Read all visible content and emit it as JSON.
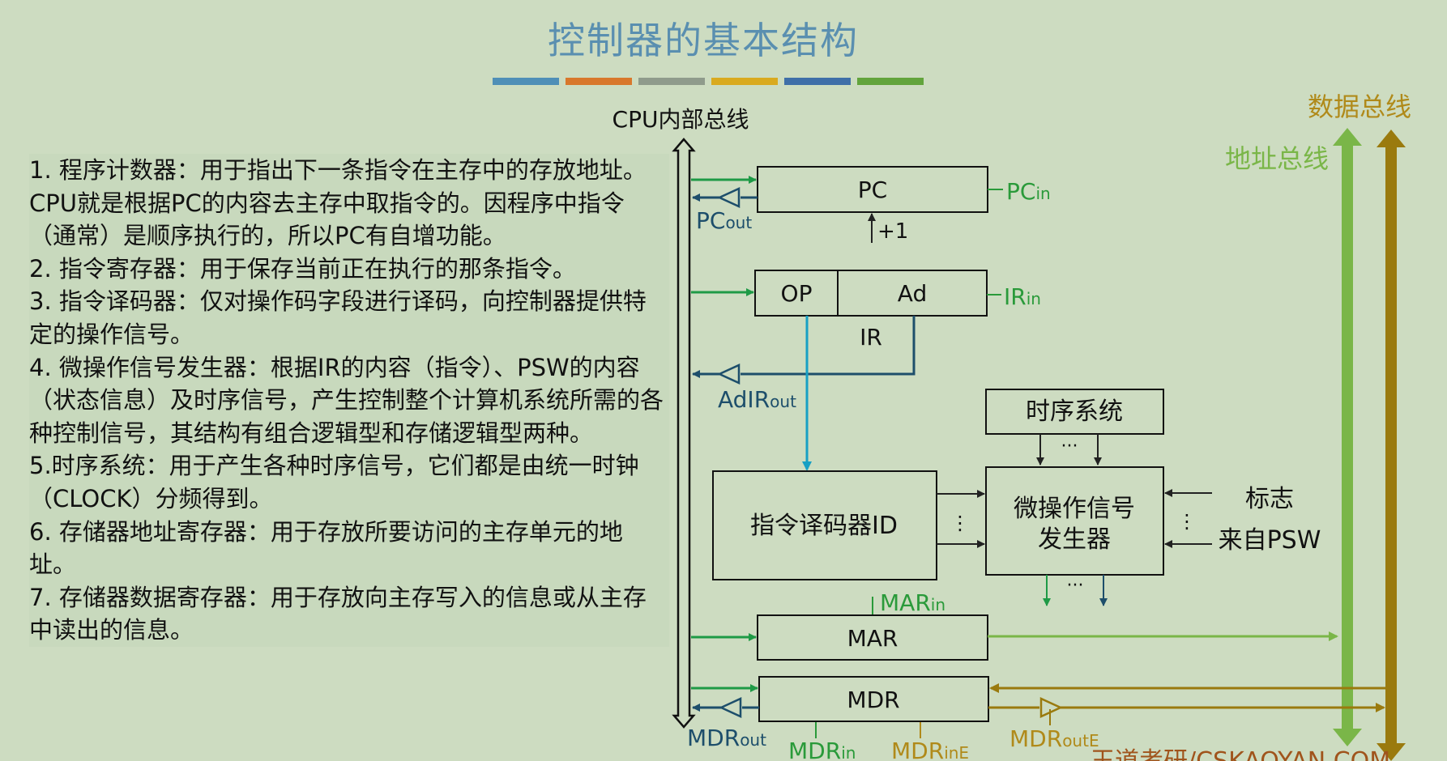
{
  "title": "控制器的基本结构",
  "accent_bars": [
    "#4f8fb7",
    "#d8782c",
    "#8f9b8c",
    "#d9aa1f",
    "#3f6fa8",
    "#62a43c"
  ],
  "descriptions": [
    "1. 程序计数器：用于指出下一条指令在主存中的存放地址。CPU就是根据PC的内容去主存中取指令的。因程序中指令（通常）是顺序执行的，所以PC有自增功能。",
    "2. 指令寄存器：用于保存当前正在执行的那条指令。",
    "3. 指令译码器：仅对操作码字段进行译码，向控制器提供特定的操作信号。",
    "4. 微操作信号发生器：根据IR的内容（指令）、PSW的内容（状态信息）及时序信号，产生控制整个计算机系统所需的各种控制信号，其结构有组合逻辑型和存储逻辑型两种。",
    "5.时序系统：用于产生各种时序信号，它们都是由统一时钟（CLOCK）分频得到。",
    "6. 存储器地址寄存器：用于存放所要访问的主存单元的地址。",
    "7. 存储器数据寄存器：用于存放向主存写入的信息或从主存中读出的信息。"
  ],
  "diagram": {
    "cpu_bus_label": "CPU内部总线",
    "data_bus_label": "数据总线",
    "address_bus_label": "地址总线",
    "pc": {
      "label": "PC",
      "in_main": "PC",
      "in_sub": "in",
      "out_main": "PC",
      "out_sub": "out",
      "increment": "+1"
    },
    "ir": {
      "op": "OP",
      "ad": "Ad",
      "label": "IR",
      "in_main": "IR",
      "in_sub": "in",
      "out_main": "AdIR",
      "out_sub": "out"
    },
    "timing": {
      "label": "时序系统",
      "ellipsis": "···"
    },
    "decoder": {
      "label": "指令译码器ID",
      "ellipsis": "⋮"
    },
    "micro_gen": {
      "line1": "微操作信号",
      "line2": "发生器",
      "ellipsis_in": "⋮",
      "ellipsis_out": "···"
    },
    "flags": {
      "line1": "标志",
      "line2": "来自PSW"
    },
    "mar": {
      "label": "MAR",
      "in_main": "MAR",
      "in_sub": "in"
    },
    "mdr": {
      "label": "MDR",
      "out_main": "MDR",
      "out_sub": "out",
      "in_main": "MDR",
      "in_sub": "in",
      "ine_main": "MDR",
      "ine_sub": "inE",
      "oute_main": "MDR",
      "oute_sub": "outE"
    },
    "footer": "王道考研/CSKAOYAN.COM"
  },
  "colors": {
    "title": "#5a8fb0",
    "green_arrow": "#1e9a46",
    "navy": "#1d4e6b",
    "cyan": "#17a0c4",
    "light_green": "#7ab648",
    "olive": "#9a7a0e",
    "label_green": "#2a9a3a",
    "label_gold": "#b08a1a"
  }
}
